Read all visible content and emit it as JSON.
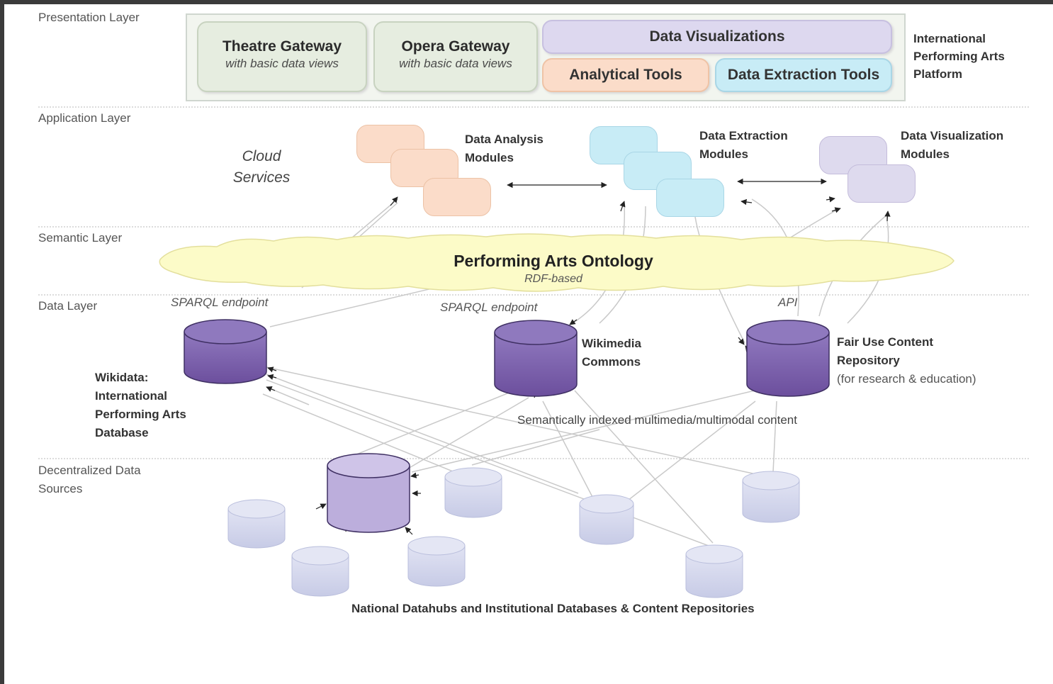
{
  "layers": {
    "presentation": "Presentation Layer",
    "application": "Application Layer",
    "semantic": "Semantic Layer",
    "data": "Data Layer",
    "decentralized": "Decentralized Data Sources"
  },
  "presentation": {
    "theatre_title": "Theatre Gateway",
    "theatre_sub": "with basic data views",
    "opera_title": "Opera Gateway",
    "opera_sub": "with basic data views",
    "data_viz": "Data Visualizations",
    "analytical": "Analytical Tools",
    "extraction": "Data Extraction Tools",
    "platform": "International Performing Arts Platform"
  },
  "application": {
    "cloud": "Cloud Services",
    "analysis": "Data Analysis Modules",
    "extraction": "Data Extraction Modules",
    "visualization": "Data Visualization Modules"
  },
  "semantic": {
    "ontology": "Performing Arts Ontology",
    "rdf": "RDF-based"
  },
  "data": {
    "sparql1": "SPARQL endpoint",
    "sparql2": "SPARQL endpoint",
    "api": "API",
    "wikidata": "Wikidata: International Performing Arts Database",
    "commons": "Wikimedia Commons",
    "fairuse_title": "Fair Use Content Repository",
    "fairuse_sub": "(for research & education)",
    "indexed": "Semantically indexed multimedia/multimodal content"
  },
  "sources": {
    "caption": "National Datahubs and Institutional Databases & Content Repositories"
  },
  "colors": {
    "orange": "#fbdcc9",
    "cyan": "#c8ecf6",
    "lavender": "#dedaee",
    "cloud": "#fcfbc8",
    "db_dark": "#7a5ea8",
    "db_light": "#d3d6ec"
  }
}
